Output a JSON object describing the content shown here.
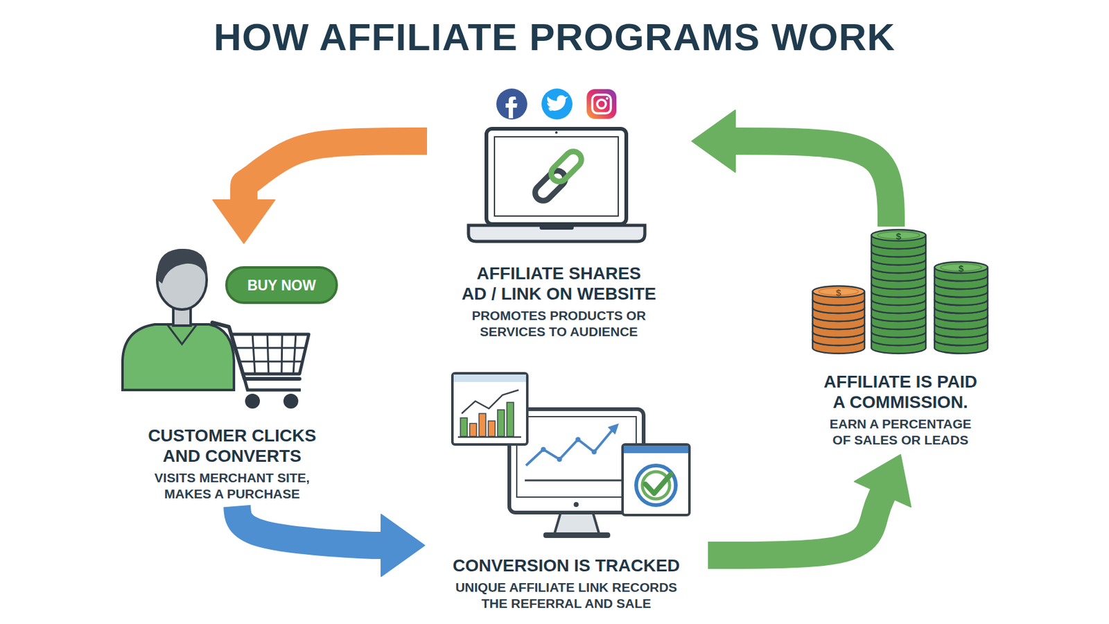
{
  "diagram": {
    "title": "HOW AFFILIATE PROGRAMS WORK",
    "nodes": [
      {
        "text": [
          "AFFILIATE SHARES AD / LINK ON WEBSITE",
          "PROMOTES PRODUCTS OR SERVICES TO AUDIENCE"
        ]
      },
      {
        "text": [
          "CUSTOMER CLICKS AND CONVERTS",
          "VISITS MERCHANT SITE, MAKES A PURCHASE"
        ]
      },
      {
        "text": [
          "CONVERSION IS TRACKED",
          "UNIQUE AFFILIATE LINK RECORDS THE REFERRAL AND SALE"
        ]
      },
      {
        "text": [
          "AFFILIATE IS PAID A COMMISSION.",
          "EARN A PERCENTAGE OF SALES OR LEADS"
        ]
      }
    ],
    "edges": [
      {
        "from": 0,
        "to": 1,
        "arrow": "to"
      },
      {
        "from": 1,
        "to": 2,
        "arrow": "to"
      },
      {
        "from": 2,
        "to": 3,
        "arrow": "to"
      },
      {
        "from": 3,
        "to": 0,
        "arrow": "to"
      }
    ],
    "labels": [
      "BUY NOW",
      "$",
      "$",
      "$"
    ]
  }
}
